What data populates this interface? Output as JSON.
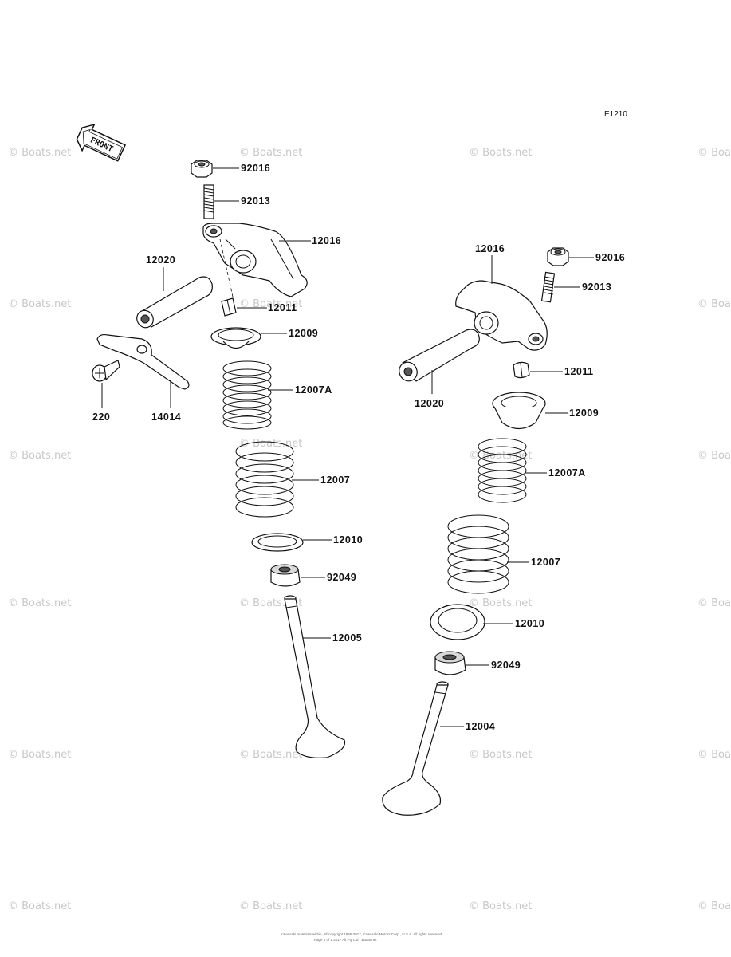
{
  "diagram_code": "E1210",
  "front_label": "FRONT",
  "watermark": "© Boats.net",
  "copyright": "Kawasaki materials within, all copyright 1995-2017, Kawasaki Motors Corp., U.S.A. All rights reserved.",
  "copyright2": "Page 1 of 1  2017  All Pty Ltd - Boats.net",
  "labels": {
    "l_92016": "92016",
    "l_92013": "92013",
    "l_12016": "12016",
    "l_12020": "12020",
    "l_12011": "12011",
    "l_12009": "12009",
    "l_12007A": "12007A",
    "l_220": "220",
    "l_14014": "14014",
    "l_12007": "12007",
    "l_12010": "12010",
    "l_92049": "92049",
    "l_12005": "12005",
    "r_12016": "12016",
    "r_92016": "92016",
    "r_92013": "92013",
    "r_12011": "12011",
    "r_12020": "12020",
    "r_12009": "12009",
    "r_12007A": "12007A",
    "r_12007": "12007",
    "r_12010": "12010",
    "r_92049": "92049",
    "r_12004": "12004"
  }
}
